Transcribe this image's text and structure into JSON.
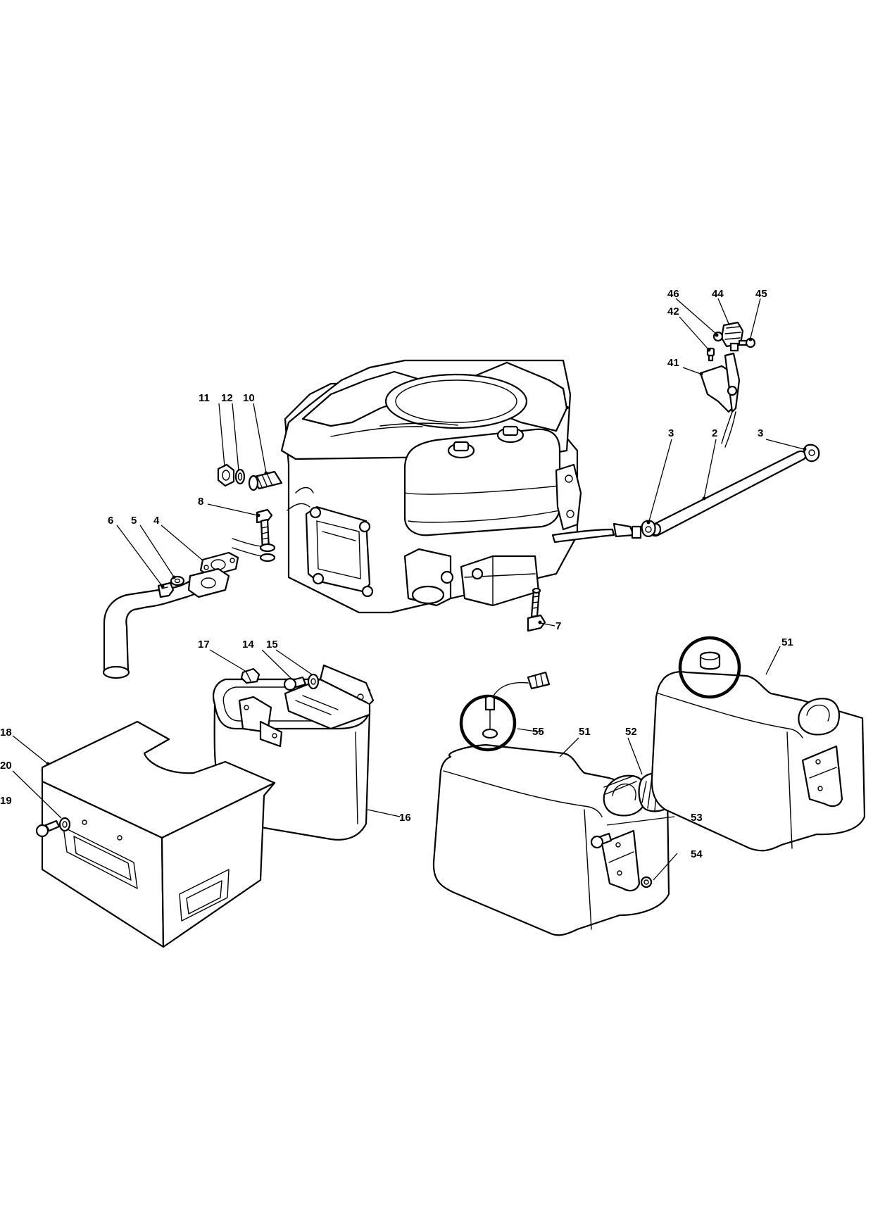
{
  "callouts": [
    {
      "id": "c46",
      "label": "46"
    },
    {
      "id": "c44",
      "label": "44"
    },
    {
      "id": "c45",
      "label": "45"
    },
    {
      "id": "c42",
      "label": "42"
    },
    {
      "id": "c41",
      "label": "41"
    },
    {
      "id": "c3a",
      "label": "3"
    },
    {
      "id": "c2",
      "label": "2"
    },
    {
      "id": "c3b",
      "label": "3"
    },
    {
      "id": "c11",
      "label": "11"
    },
    {
      "id": "c12",
      "label": "12"
    },
    {
      "id": "c10",
      "label": "10"
    },
    {
      "id": "c8",
      "label": "8"
    },
    {
      "id": "c6",
      "label": "6"
    },
    {
      "id": "c5",
      "label": "5"
    },
    {
      "id": "c4",
      "label": "4"
    },
    {
      "id": "c7",
      "label": "7"
    },
    {
      "id": "c17",
      "label": "17"
    },
    {
      "id": "c14",
      "label": "14"
    },
    {
      "id": "c15",
      "label": "15"
    },
    {
      "id": "c18",
      "label": "18"
    },
    {
      "id": "c20",
      "label": "20"
    },
    {
      "id": "c19",
      "label": "19"
    },
    {
      "id": "c16",
      "label": "16"
    },
    {
      "id": "c51a",
      "label": "51"
    },
    {
      "id": "c55",
      "label": "55"
    },
    {
      "id": "c51b",
      "label": "51"
    },
    {
      "id": "c52",
      "label": "52"
    },
    {
      "id": "c53",
      "label": "53"
    },
    {
      "id": "c54",
      "label": "54"
    }
  ]
}
